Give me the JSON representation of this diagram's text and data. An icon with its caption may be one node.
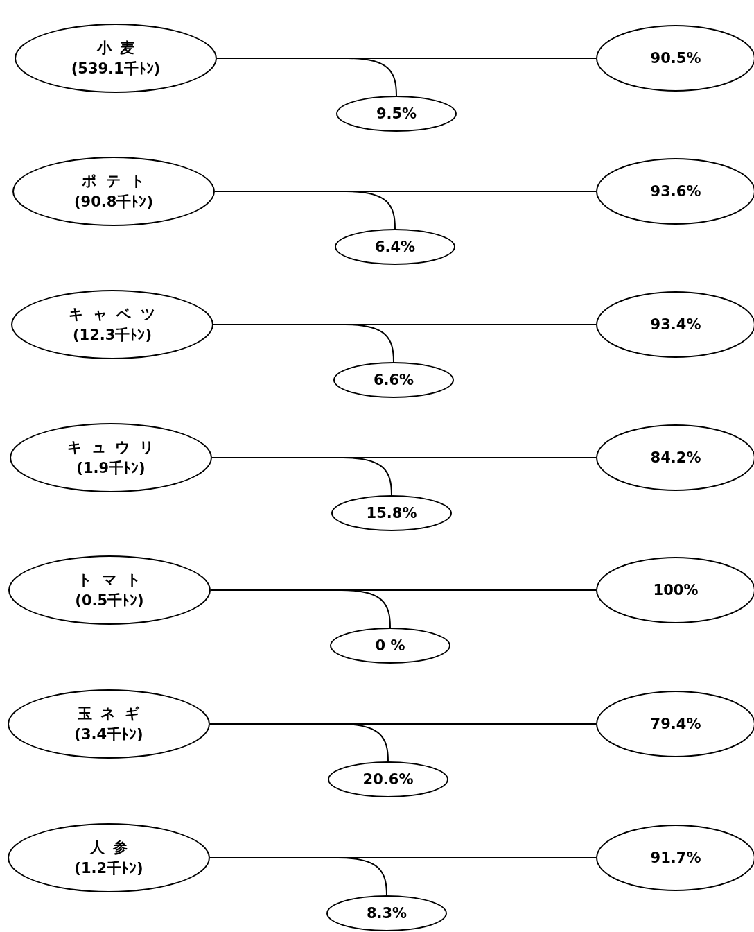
{
  "diagram": {
    "nodes": [
      {
        "text": [
          "小麦",
          "(539.1千ﾄﾝ)"
        ]
      },
      {
        "text": [
          "90.5%"
        ]
      },
      {
        "text": [
          "9.5%"
        ]
      },
      {
        "text": [
          "ポテト",
          "(90.8千ﾄﾝ)"
        ]
      },
      {
        "text": [
          "93.6%"
        ]
      },
      {
        "text": [
          "6.4%"
        ]
      },
      {
        "text": [
          "キャベツ",
          "(12.3千ﾄﾝ)"
        ]
      },
      {
        "text": [
          "93.4%"
        ]
      },
      {
        "text": [
          "6.6%"
        ]
      },
      {
        "text": [
          "キュウリ",
          "(1.9千ﾄﾝ)"
        ]
      },
      {
        "text": [
          "84.2%"
        ]
      },
      {
        "text": [
          "15.8%"
        ]
      },
      {
        "text": [
          "トマト",
          "(0.5千ﾄﾝ)"
        ]
      },
      {
        "text": [
          "100%"
        ]
      },
      {
        "text": [
          "0 %"
        ]
      },
      {
        "text": [
          "玉ネギ",
          "(3.4千ﾄﾝ)"
        ]
      },
      {
        "text": [
          "79.4%"
        ]
      },
      {
        "text": [
          "20.6%"
        ]
      },
      {
        "text": [
          "人参",
          "(1.2千ﾄﾝ)"
        ]
      },
      {
        "text": [
          "91.7%"
        ]
      },
      {
        "text": [
          "8.3%"
        ]
      }
    ],
    "edges": [
      {
        "from": 0,
        "to": 1,
        "arrow": "none"
      },
      {
        "from": 0,
        "to": 2,
        "arrow": "none"
      },
      {
        "from": 3,
        "to": 4,
        "arrow": "none"
      },
      {
        "from": 3,
        "to": 5,
        "arrow": "none"
      },
      {
        "from": 6,
        "to": 7,
        "arrow": "none"
      },
      {
        "from": 6,
        "to": 8,
        "arrow": "none"
      },
      {
        "from": 9,
        "to": 10,
        "arrow": "none"
      },
      {
        "from": 9,
        "to": 11,
        "arrow": "none"
      },
      {
        "from": 12,
        "to": 13,
        "arrow": "none"
      },
      {
        "from": 12,
        "to": 14,
        "arrow": "none"
      },
      {
        "from": 15,
        "to": 16,
        "arrow": "none"
      },
      {
        "from": 15,
        "to": 17,
        "arrow": "none"
      },
      {
        "from": 18,
        "to": 19,
        "arrow": "none"
      },
      {
        "from": 18,
        "to": 20,
        "arrow": "none"
      }
    ]
  }
}
